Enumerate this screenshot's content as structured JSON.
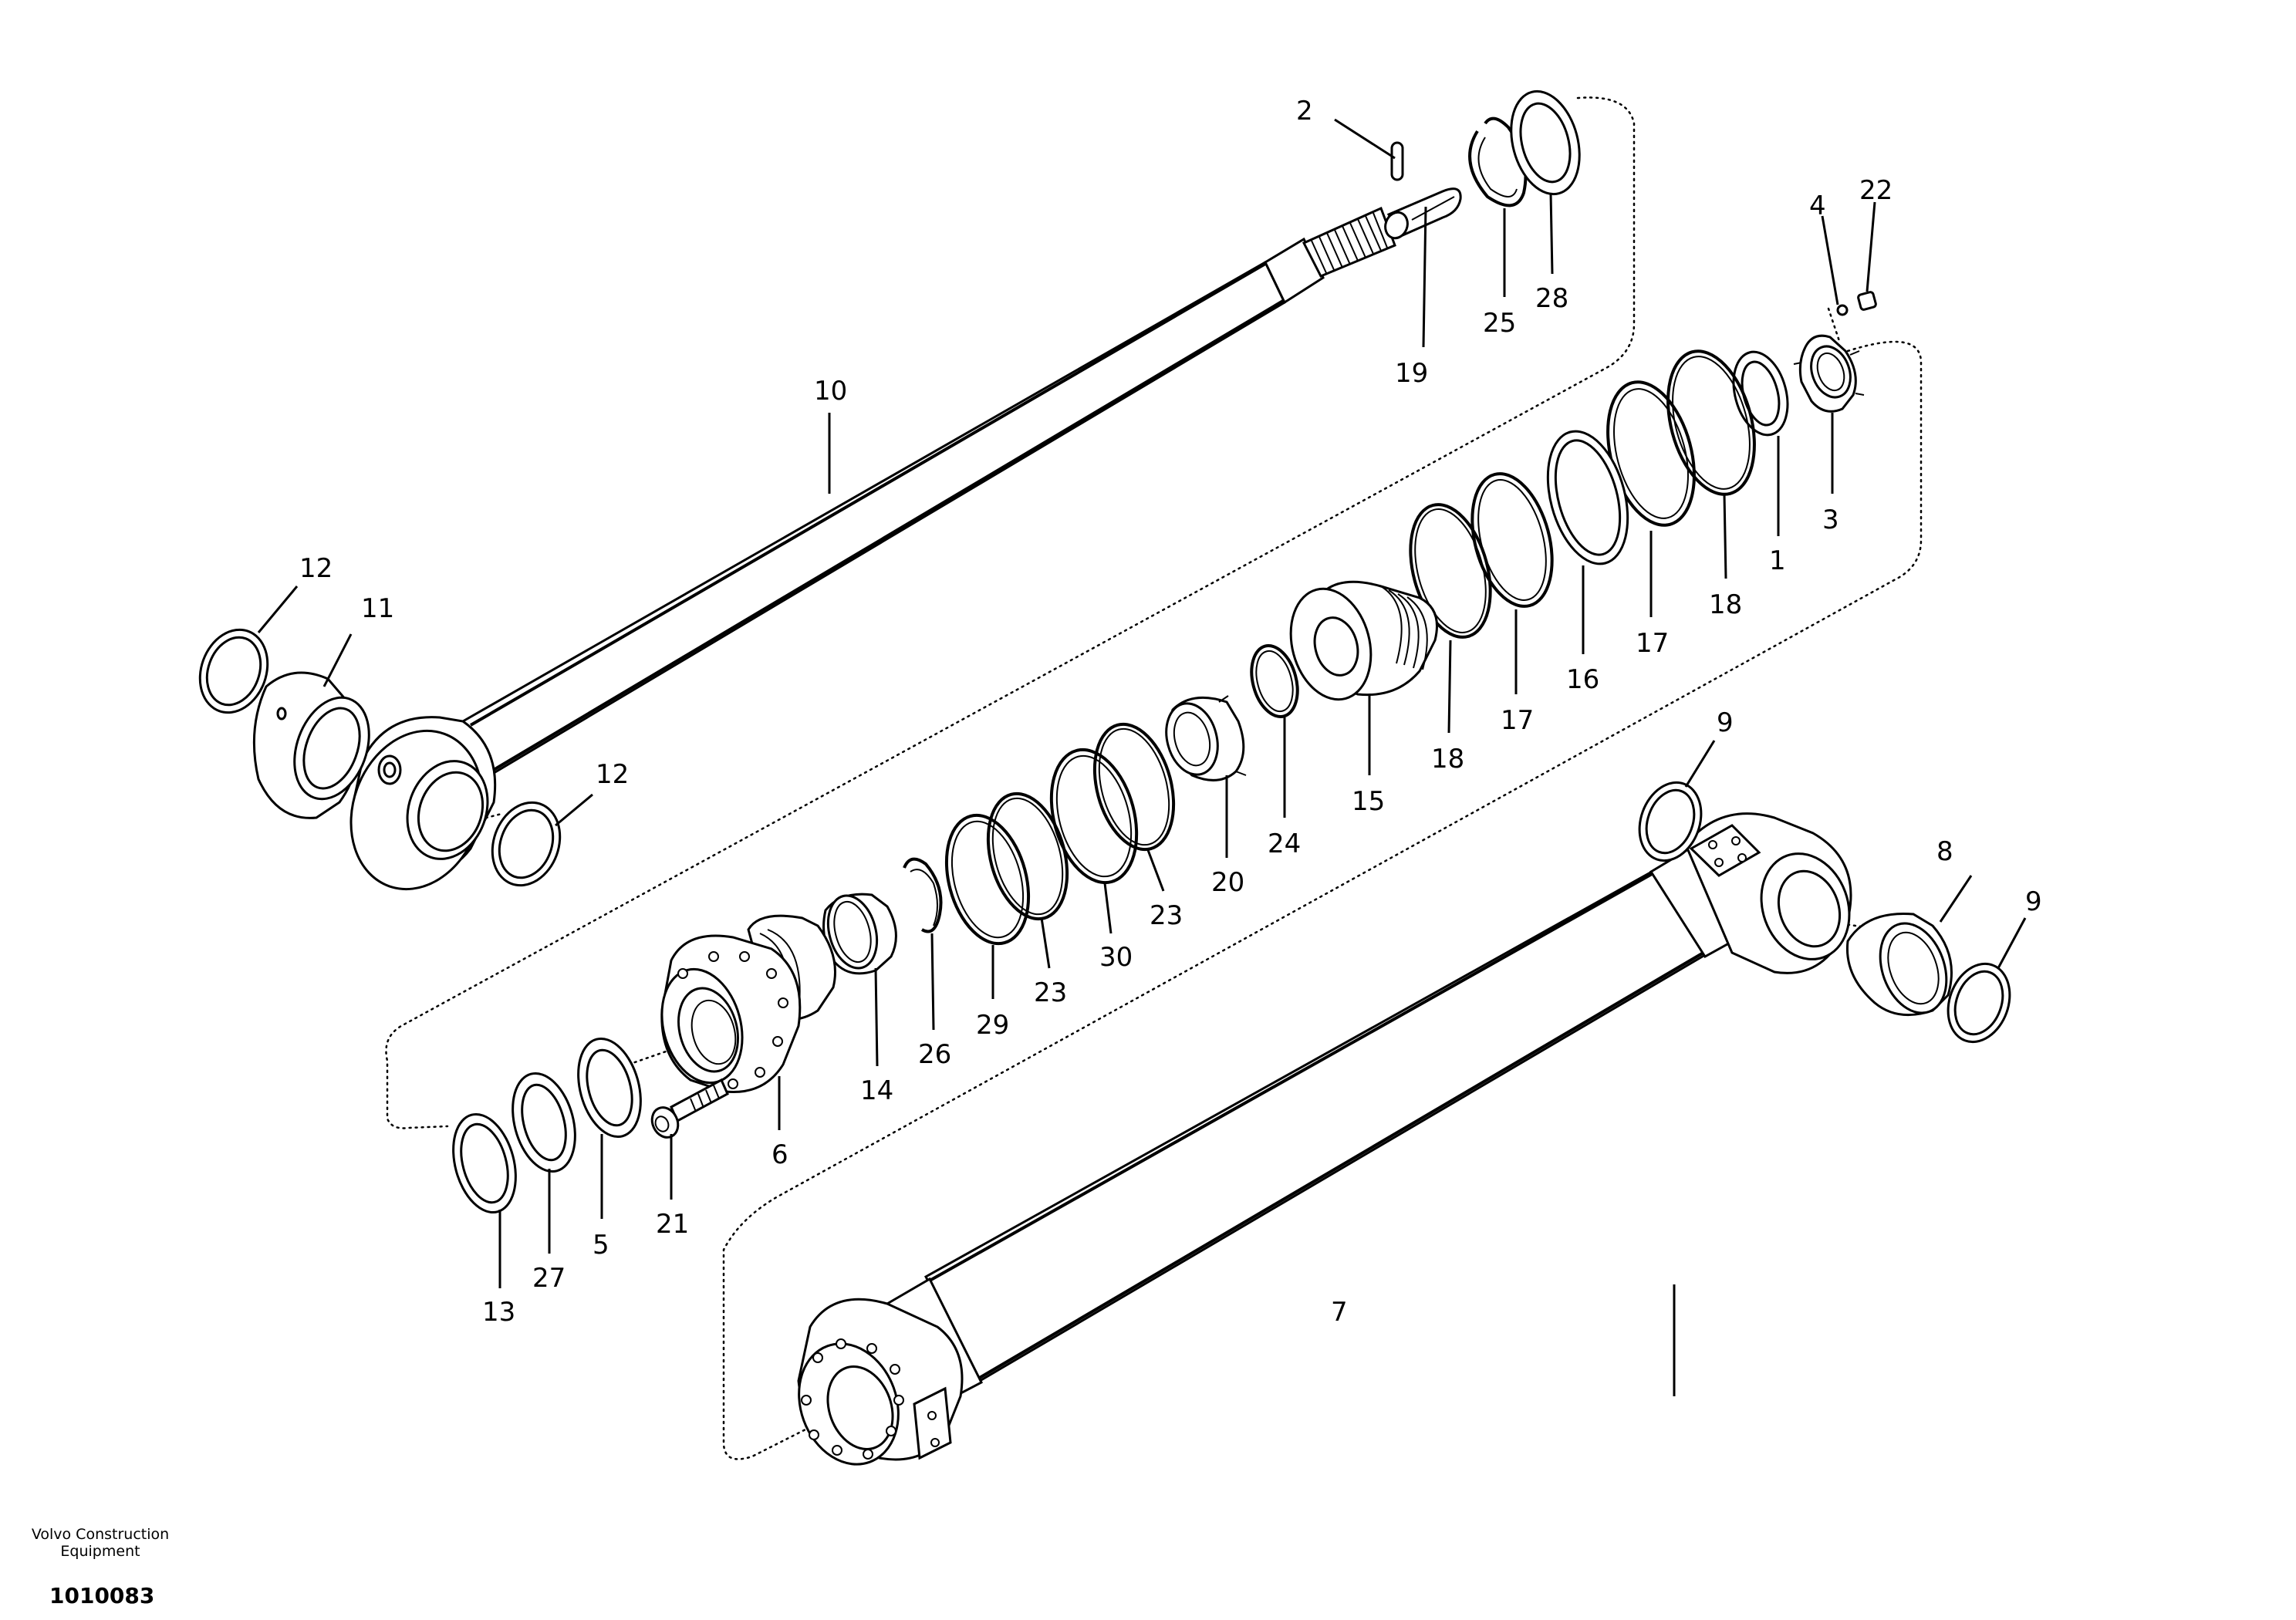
{
  "callouts": {
    "c1": "1",
    "c2": "2",
    "c3": "3",
    "c4": "4",
    "c5": "5",
    "c6": "6",
    "c7": "7",
    "c8": "8",
    "c9a": "9",
    "c9b": "9",
    "c10": "10",
    "c11": "11",
    "c12a": "12",
    "c12b": "12",
    "c13": "13",
    "c14": "14",
    "c15": "15",
    "c16": "16",
    "c17a": "17",
    "c17b": "17",
    "c18a": "18",
    "c18b": "18",
    "c19": "19",
    "c20": "20",
    "c21": "21",
    "c22": "22",
    "c23a": "23",
    "c23b": "23",
    "c24": "24",
    "c25": "25",
    "c26": "26",
    "c27": "27",
    "c28": "28",
    "c29": "29",
    "c30": "30"
  },
  "footer": {
    "brand_line1": "Volvo Construction",
    "brand_line2": "Equipment",
    "drawing_number": "1010083"
  }
}
